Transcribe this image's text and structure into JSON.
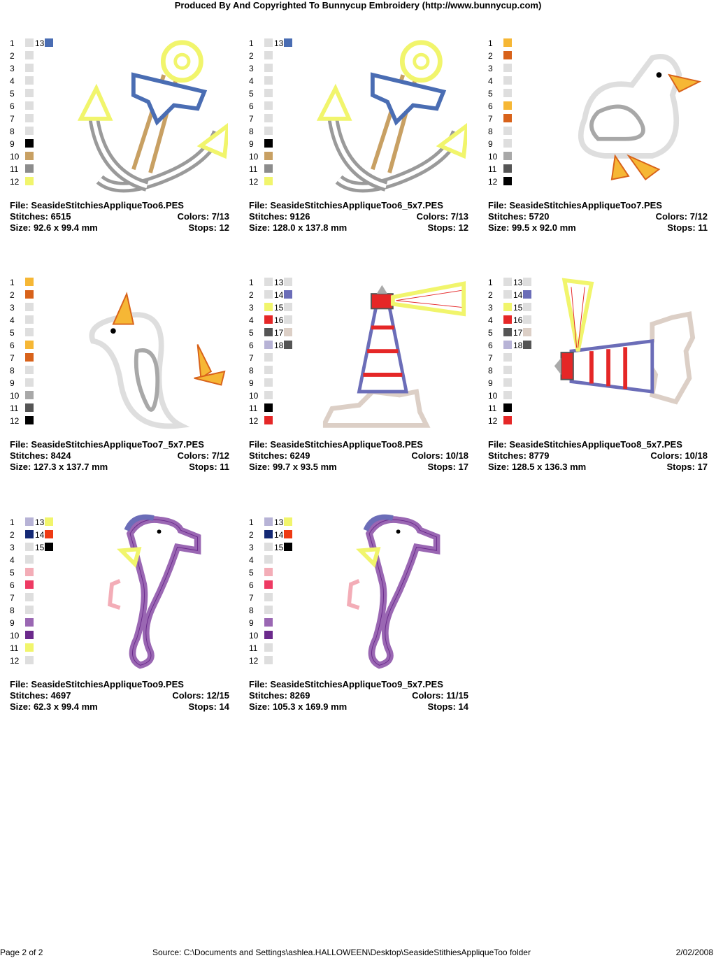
{
  "header": {
    "title": "Produced By And Copyrighted To Bunnycup Embroidery (http://www.bunnycup.com)"
  },
  "colors": {
    "blue": "#4a6db3",
    "yellow": "#f1f56c",
    "tan": "#c8a063",
    "gray": "#8c8c8c",
    "lightgray": "#dedede",
    "black": "#000000",
    "orange": "#f6b735",
    "darkorange": "#d8621a",
    "red": "#e52727",
    "periwinkle": "#6b6db8",
    "lilac": "#b7b3d6",
    "darkgray": "#555555",
    "beige": "#dccfc6",
    "navy": "#142975",
    "pink": "#f3adb7",
    "rose": "#ee3a63",
    "purple": "#9a67b3",
    "violet": "#6b2a8c"
  },
  "designs": [
    {
      "file": "File: SeasideStitchiesAppliqueToo6.PES",
      "stitches": "Stitches: 6515",
      "colors_label": "Colors: 7/13",
      "size": "Size: 92.6 x 99.4 mm",
      "stops": "Stops: 12",
      "art": "anchor",
      "swatches": [
        {
          "n": "1",
          "c": "#dedede",
          "n2": "13",
          "c2": "#4a6db3"
        },
        {
          "n": "2",
          "c": "#dedede"
        },
        {
          "n": "3",
          "c": "#dedede"
        },
        {
          "n": "4",
          "c": "#dedede"
        },
        {
          "n": "5",
          "c": "#dedede"
        },
        {
          "n": "6",
          "c": "#dedede"
        },
        {
          "n": "7",
          "c": "#dedede"
        },
        {
          "n": "8",
          "c": "#dedede"
        },
        {
          "n": "9",
          "c": "#000000"
        },
        {
          "n": "10",
          "c": "#c8a063"
        },
        {
          "n": "11",
          "c": "#8c8c8c"
        },
        {
          "n": "12",
          "c": "#f1f56c"
        }
      ]
    },
    {
      "file": "File: SeasideStitchiesAppliqueToo6_5x7.PES",
      "stitches": "Stitches: 9126",
      "colors_label": "Colors: 7/13",
      "size": "Size: 128.0 x 137.8 mm",
      "stops": "Stops: 12",
      "art": "anchor",
      "swatches": [
        {
          "n": "1",
          "c": "#dedede",
          "n2": "13",
          "c2": "#4a6db3"
        },
        {
          "n": "2",
          "c": "#dedede"
        },
        {
          "n": "3",
          "c": "#dedede"
        },
        {
          "n": "4",
          "c": "#dedede"
        },
        {
          "n": "5",
          "c": "#dedede"
        },
        {
          "n": "6",
          "c": "#dedede"
        },
        {
          "n": "7",
          "c": "#dedede"
        },
        {
          "n": "8",
          "c": "#dedede"
        },
        {
          "n": "9",
          "c": "#000000"
        },
        {
          "n": "10",
          "c": "#c8a063"
        },
        {
          "n": "11",
          "c": "#8c8c8c"
        },
        {
          "n": "12",
          "c": "#f1f56c"
        }
      ]
    },
    {
      "file": "File: SeasideStitchiesAppliqueToo7.PES",
      "stitches": "Stitches: 5720",
      "colors_label": "Colors: 7/12",
      "size": "Size: 99.5 x 92.0 mm",
      "stops": "Stops: 11",
      "art": "gull",
      "swatches": [
        {
          "n": "1",
          "c": "#f6b735"
        },
        {
          "n": "2",
          "c": "#d8621a"
        },
        {
          "n": "3",
          "c": "#dedede"
        },
        {
          "n": "4",
          "c": "#dedede"
        },
        {
          "n": "5",
          "c": "#dedede"
        },
        {
          "n": "6",
          "c": "#f6b735"
        },
        {
          "n": "7",
          "c": "#d8621a"
        },
        {
          "n": "8",
          "c": "#dedede"
        },
        {
          "n": "9",
          "c": "#dedede"
        },
        {
          "n": "10",
          "c": "#a8a8a8"
        },
        {
          "n": "11",
          "c": "#555555"
        },
        {
          "n": "12",
          "c": "#000000"
        }
      ]
    },
    {
      "file": "File: SeasideStitchiesAppliqueToo7_5x7.PES",
      "stitches": "Stitches: 8424",
      "colors_label": "Colors: 7/12",
      "size": "Size: 127.3 x 137.7 mm",
      "stops": "Stops: 11",
      "art": "gull2",
      "swatches": [
        {
          "n": "1",
          "c": "#f6b735"
        },
        {
          "n": "2",
          "c": "#d8621a"
        },
        {
          "n": "3",
          "c": "#dedede"
        },
        {
          "n": "4",
          "c": "#dedede"
        },
        {
          "n": "5",
          "c": "#dedede"
        },
        {
          "n": "6",
          "c": "#f6b735"
        },
        {
          "n": "7",
          "c": "#d8621a"
        },
        {
          "n": "8",
          "c": "#dedede"
        },
        {
          "n": "9",
          "c": "#dedede"
        },
        {
          "n": "10",
          "c": "#a8a8a8"
        },
        {
          "n": "11",
          "c": "#555555"
        },
        {
          "n": "12",
          "c": "#000000"
        }
      ]
    },
    {
      "file": "File: SeasideStitchiesAppliqueToo8.PES",
      "stitches": "Stitches: 6249",
      "colors_label": "Colors: 10/18",
      "size": "Size: 99.7 x 93.5 mm",
      "stops": "Stops: 17",
      "art": "lighthouse",
      "swatches": [
        {
          "n": "1",
          "c": "#dedede",
          "n2": "13",
          "c2": "#dedede"
        },
        {
          "n": "2",
          "c": "#dedede",
          "n2": "14",
          "c2": "#6b6db8"
        },
        {
          "n": "3",
          "c": "#f1f56c",
          "n2": "15",
          "c2": "#dedede"
        },
        {
          "n": "4",
          "c": "#e52727",
          "n2": "16",
          "c2": "#dedede"
        },
        {
          "n": "5",
          "c": "#555555",
          "n2": "17",
          "c2": "#dccfc6"
        },
        {
          "n": "6",
          "c": "#b7b3d6",
          "n2": "18",
          "c2": "#555555"
        },
        {
          "n": "7",
          "c": "#dedede"
        },
        {
          "n": "8",
          "c": "#dedede"
        },
        {
          "n": "9",
          "c": "#dedede"
        },
        {
          "n": "10",
          "c": "#dedede"
        },
        {
          "n": "11",
          "c": "#000000"
        },
        {
          "n": "12",
          "c": "#e52727"
        }
      ]
    },
    {
      "file": "File: SeasideStitchiesAppliqueToo8_5x7.PES",
      "stitches": "Stitches: 8779",
      "colors_label": "Colors: 10/18",
      "size": "Size: 128.5 x 136.3 mm",
      "stops": "Stops: 17",
      "art": "lighthouse2",
      "swatches": [
        {
          "n": "1",
          "c": "#dedede",
          "n2": "13",
          "c2": "#dedede"
        },
        {
          "n": "2",
          "c": "#dedede",
          "n2": "14",
          "c2": "#6b6db8"
        },
        {
          "n": "3",
          "c": "#f1f56c",
          "n2": "15",
          "c2": "#dedede"
        },
        {
          "n": "4",
          "c": "#e52727",
          "n2": "16",
          "c2": "#dedede"
        },
        {
          "n": "5",
          "c": "#555555",
          "n2": "17",
          "c2": "#dccfc6"
        },
        {
          "n": "6",
          "c": "#b7b3d6",
          "n2": "18",
          "c2": "#555555"
        },
        {
          "n": "7",
          "c": "#dedede"
        },
        {
          "n": "8",
          "c": "#dedede"
        },
        {
          "n": "9",
          "c": "#dedede"
        },
        {
          "n": "10",
          "c": "#dedede"
        },
        {
          "n": "11",
          "c": "#000000"
        },
        {
          "n": "12",
          "c": "#e52727"
        }
      ]
    },
    {
      "file": "File: SeasideStitchiesAppliqueToo9.PES",
      "stitches": "Stitches: 4697",
      "colors_label": "Colors: 12/15",
      "size": "Size: 62.3 x 99.4 mm",
      "stops": "Stops: 14",
      "art": "seahorse",
      "swatches": [
        {
          "n": "1",
          "c": "#b7b3d6",
          "n2": "13",
          "c2": "#f1f56c"
        },
        {
          "n": "2",
          "c": "#142975",
          "n2": "14",
          "c2": "#ee3a13"
        },
        {
          "n": "3",
          "c": "#dedede",
          "n2": "15",
          "c2": "#000000"
        },
        {
          "n": "4",
          "c": "#dedede"
        },
        {
          "n": "5",
          "c": "#f3adb7"
        },
        {
          "n": "6",
          "c": "#ee3a63"
        },
        {
          "n": "7",
          "c": "#dedede"
        },
        {
          "n": "8",
          "c": "#dedede"
        },
        {
          "n": "9",
          "c": "#9a67b3"
        },
        {
          "n": "10",
          "c": "#6b2a8c"
        },
        {
          "n": "11",
          "c": "#f1f56c"
        },
        {
          "n": "12",
          "c": "#dedede"
        }
      ]
    },
    {
      "file": "File: SeasideStitchiesAppliqueToo9_5x7.PES",
      "stitches": "Stitches: 8269",
      "colors_label": "Colors: 11/15",
      "size": "Size: 105.3 x 169.9 mm",
      "stops": "Stops: 14",
      "art": "seahorse",
      "swatches": [
        {
          "n": "1",
          "c": "#b7b3d6",
          "n2": "13",
          "c2": "#f1f56c"
        },
        {
          "n": "2",
          "c": "#142975",
          "n2": "14",
          "c2": "#ee3a13"
        },
        {
          "n": "3",
          "c": "#dedede",
          "n2": "15",
          "c2": "#000000"
        },
        {
          "n": "4",
          "c": "#dedede"
        },
        {
          "n": "5",
          "c": "#f3adb7"
        },
        {
          "n": "6",
          "c": "#ee3a63"
        },
        {
          "n": "7",
          "c": "#dedede"
        },
        {
          "n": "8",
          "c": "#dedede"
        },
        {
          "n": "9",
          "c": "#9a67b3"
        },
        {
          "n": "10",
          "c": "#6b2a8c"
        },
        {
          "n": "11",
          "c": "#dedede"
        },
        {
          "n": "12",
          "c": "#dedede"
        }
      ]
    }
  ],
  "footer": {
    "page": "Page 2 of 2",
    "source": "Source: C:\\Documents and Settings\\ashlea.HALLOWEEN\\Desktop\\SeasideStithiesAppliqueToo folder",
    "date": "2/02/2008"
  }
}
